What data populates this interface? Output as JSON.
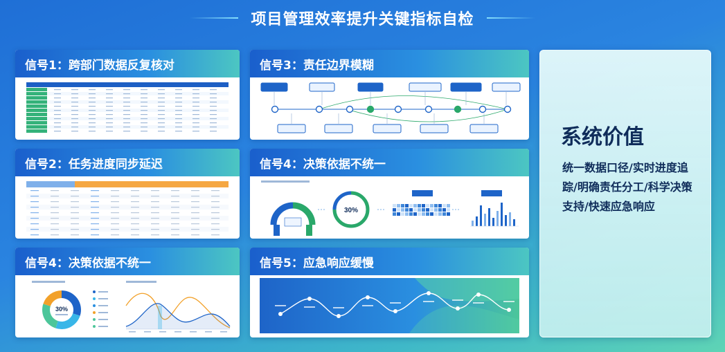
{
  "page": {
    "title": "项目管理效率提升关键指标自检"
  },
  "cards": {
    "signal1": {
      "title": "信号1：跨部门数据反复核对"
    },
    "signal2": {
      "title": "信号2：任务进度同步延迟"
    },
    "signal3": {
      "title": "信号3：责任边界模糊"
    },
    "signal4a": {
      "title": "信号4：决策依据不统一"
    },
    "signal4b": {
      "title": "信号4：决策依据不统一",
      "gauge_value": "30%"
    },
    "signal5": {
      "title": "信号5：应急响应缓慢"
    },
    "signal4c": {
      "title": "信号4：决策依据不统一",
      "donut_value": "30%"
    }
  },
  "value_panel": {
    "title": "系统价值",
    "text": "统一数据口径/实时进度追踪/明确责任分工/科学决策支持/快速应急响应"
  },
  "colors": {
    "primary": "#1e64c8",
    "green": "#2aa86a",
    "orange": "#f2a12a",
    "teal": "#4cc6c2"
  },
  "donut": {
    "segments": [
      {
        "value": 30,
        "color": "#1e64c8"
      },
      {
        "value": 25,
        "color": "#38b6e8"
      },
      {
        "value": 25,
        "color": "#4cc69a"
      },
      {
        "value": 20,
        "color": "#f2a12a"
      }
    ]
  }
}
